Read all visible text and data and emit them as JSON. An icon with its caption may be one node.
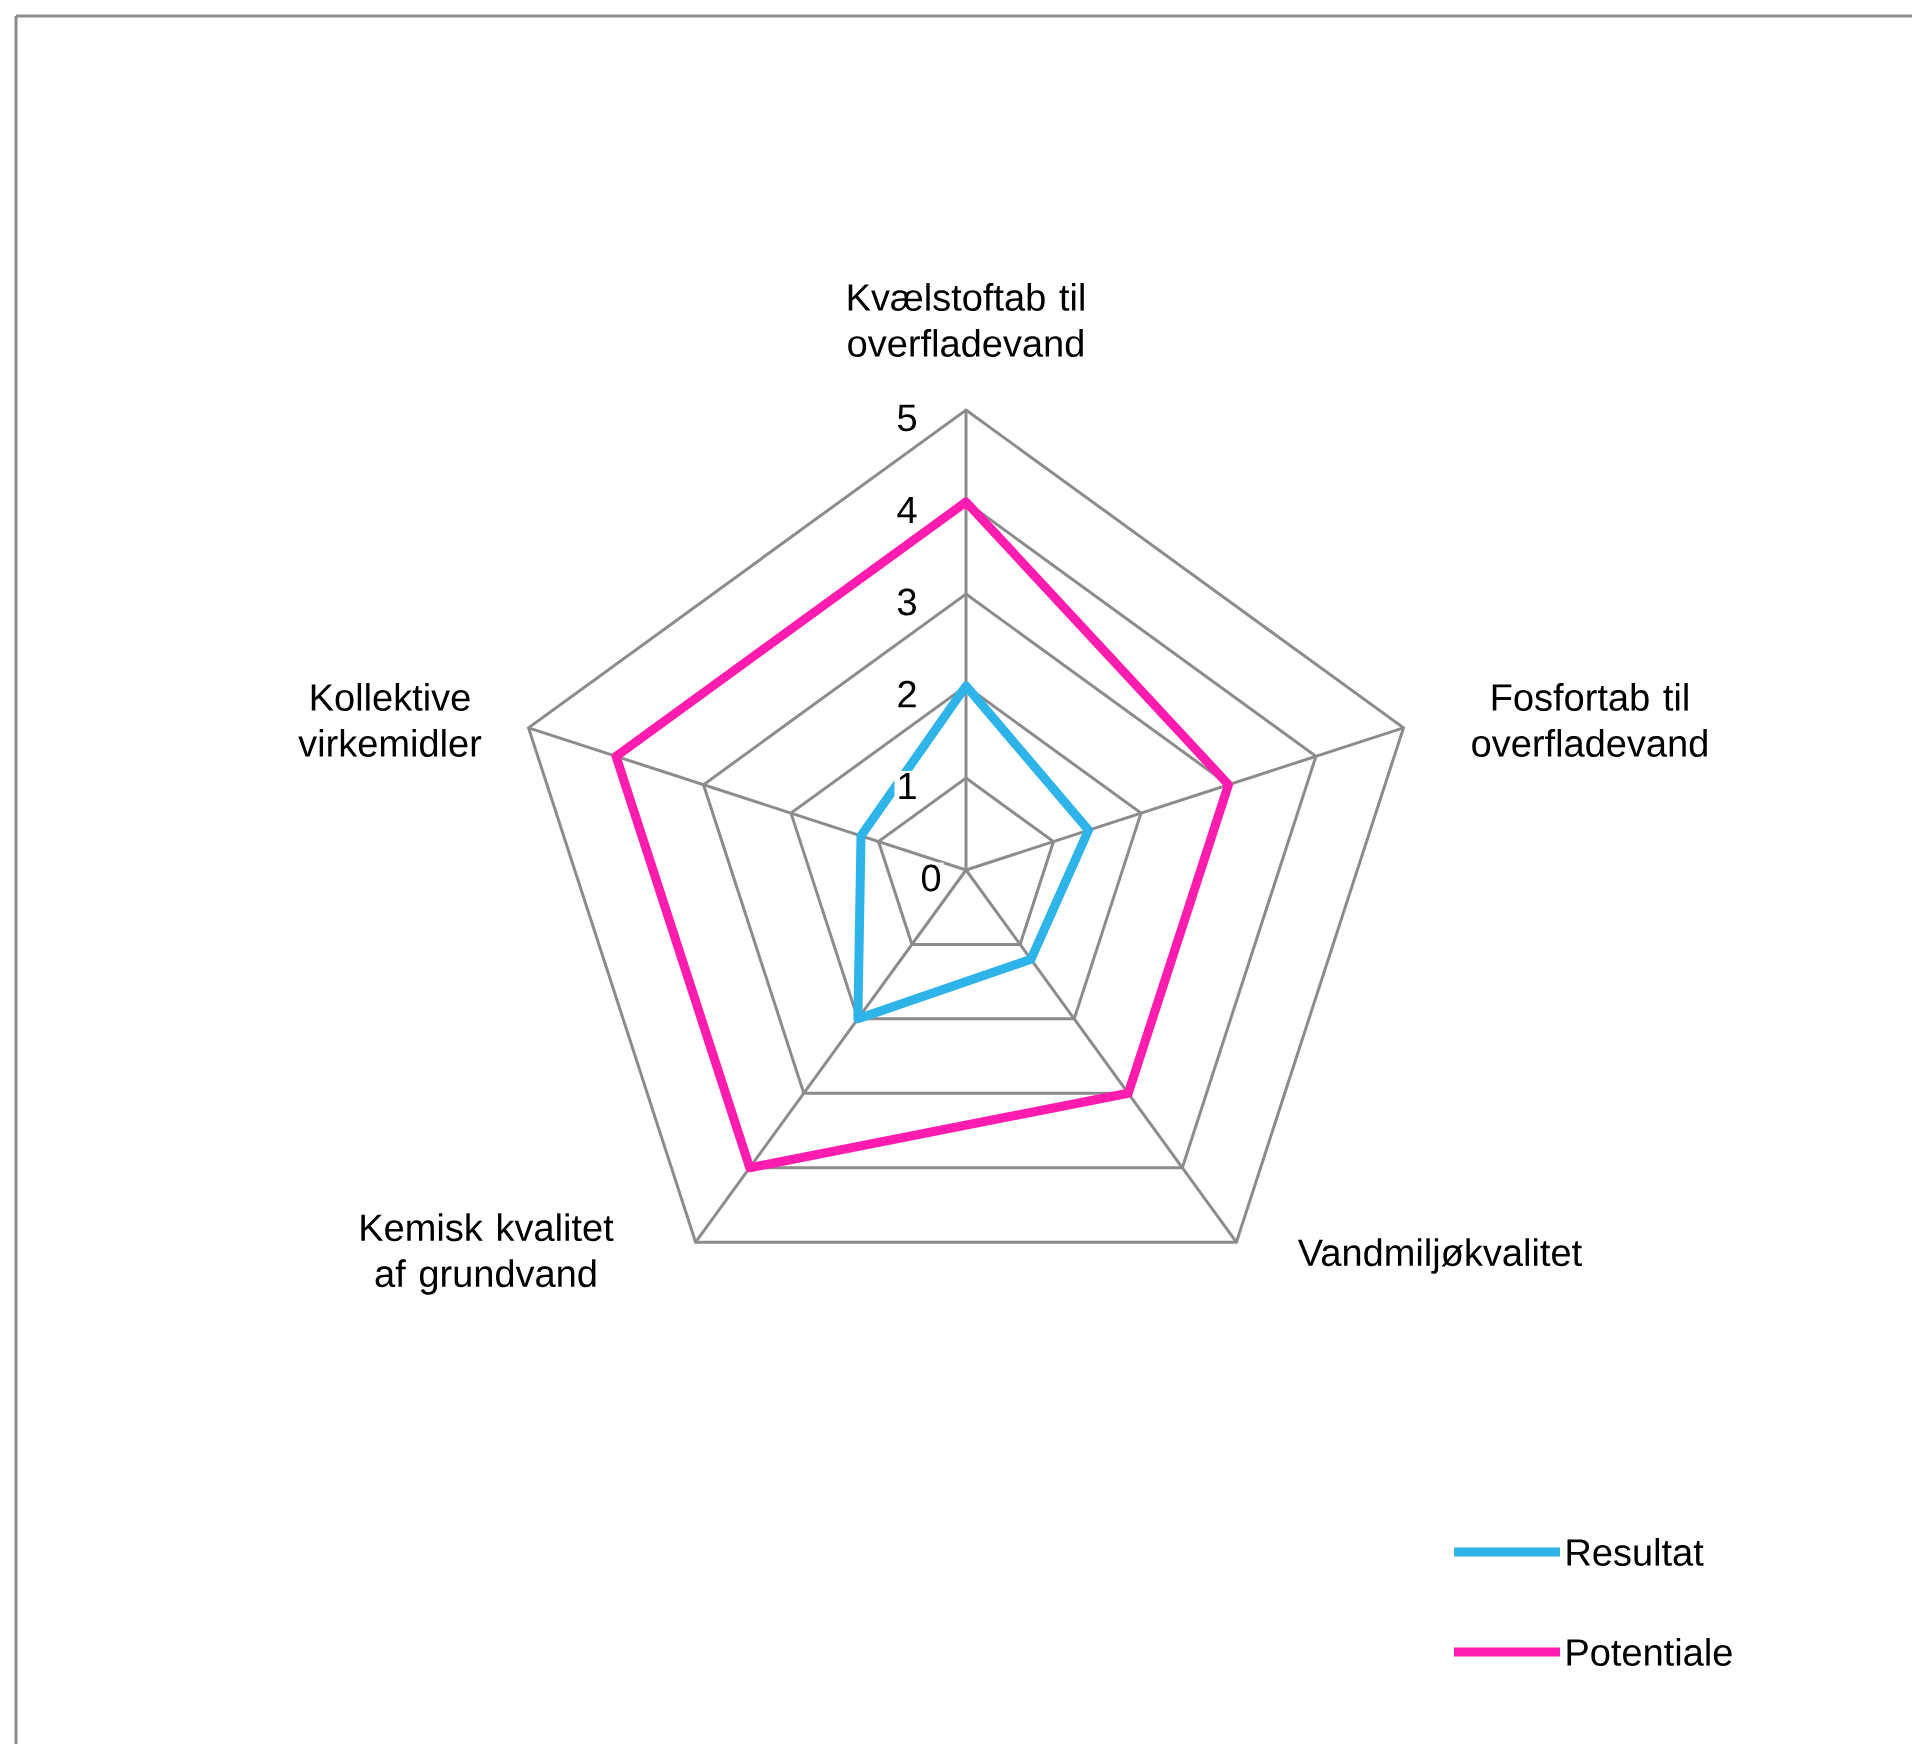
{
  "diagram": {
    "chart_data": {
      "type": "radar",
      "categories": [
        "Kvælstoftab til overfladevand",
        "Fosfortab til overfladevand",
        "Vandmiljøkvalitet",
        "Kemisk kvalitet af grundvand",
        "Kollektive virkemidler"
      ],
      "legend": "bottom-right",
      "ylim": [
        0,
        5
      ],
      "yticks": [
        0,
        1,
        2,
        3,
        4,
        5
      ],
      "series": [
        {
          "name": "Resultat",
          "color": "#2eb4e8",
          "values": [
            2,
            1.4,
            1.2,
            2,
            1.2
          ]
        },
        {
          "name": "Potentiale",
          "color": "#ff1cae",
          "values": [
            4,
            3,
            3,
            4,
            4
          ]
        }
      ]
    }
  }
}
